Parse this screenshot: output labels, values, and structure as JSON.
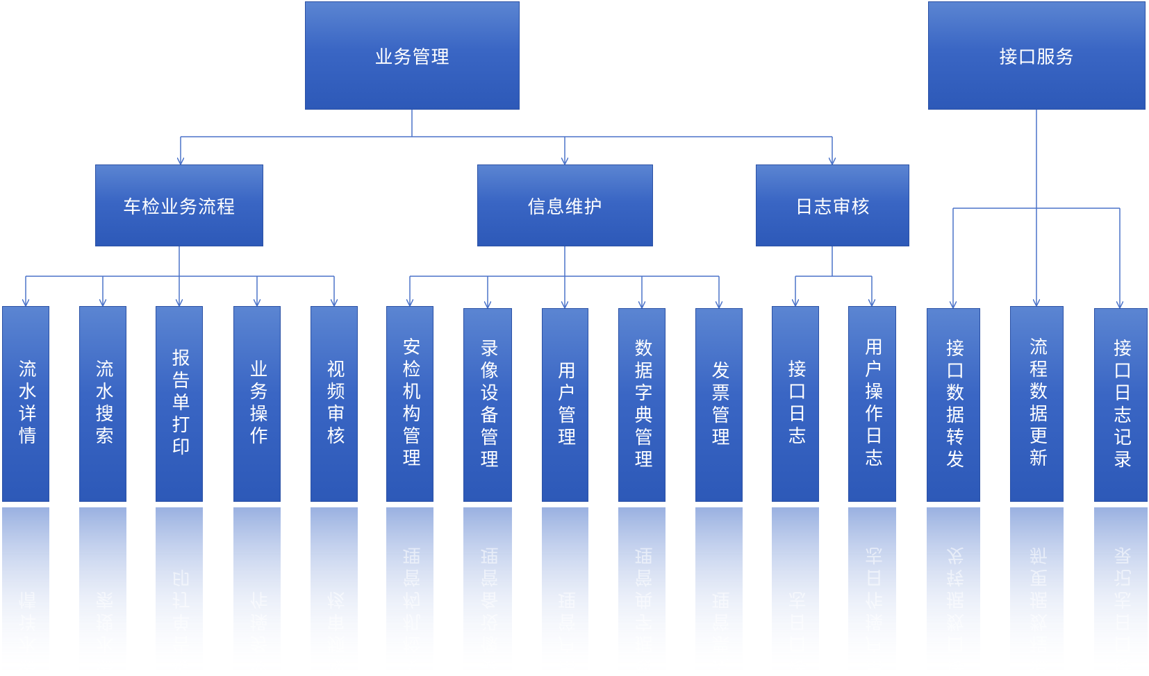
{
  "roots": {
    "business": "业务管理",
    "interface": "接口服务"
  },
  "level2": {
    "vehicle_flow": "车检业务流程",
    "info_maint": "信息维护",
    "log_audit": "日志审核"
  },
  "leaves": {
    "flow_detail": "流水详情",
    "flow_search": "流水搜索",
    "report_print": "报告单打印",
    "business_op": "业务操作",
    "video_audit": "视频审核",
    "agency_mgmt": "安检机构管理",
    "recorder_mgmt": "录像设备管理",
    "user_mgmt": "用户管理",
    "dict_mgmt": "数据字典管理",
    "invoice_mgmt": "发票管理",
    "interface_log": "接口日志",
    "user_op_log": "用户操作日志",
    "data_forward": "接口数据转发",
    "flow_update": "流程数据更新",
    "log_record": "接口日志记录"
  },
  "colors": {
    "box_top": "#5b85d2",
    "box_bottom": "#2d59b8",
    "connector": "#4a72c8"
  }
}
